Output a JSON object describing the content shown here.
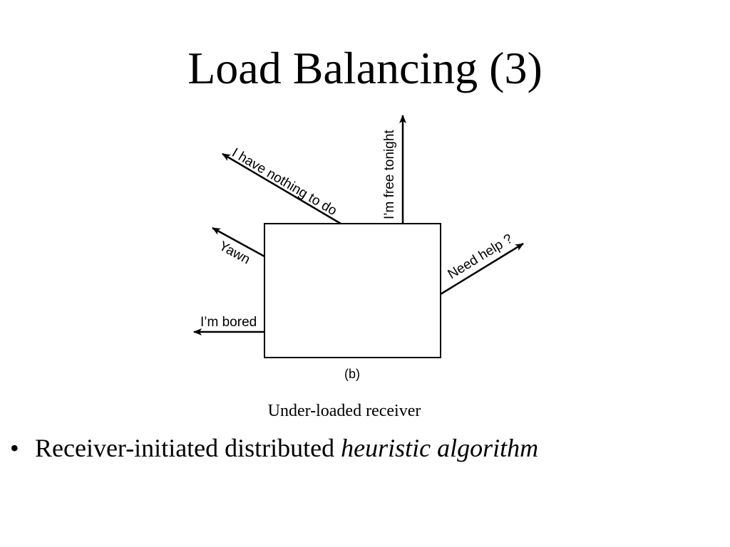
{
  "slide": {
    "title": "Load Balancing (3)",
    "caption": "Under-loaded receiver",
    "bullet": {
      "marker": "•",
      "text": "Receiver-initiated distributed ",
      "emphasis": "heuristic algorithm"
    }
  },
  "diagram": {
    "messages": {
      "free_tonight": "I’m free tonight",
      "nothing_to_do": "I have nothing to do",
      "yawn": "Yawn",
      "bored": "I’m bored",
      "need_help": "Need help ?"
    },
    "figure_label": "(b)"
  }
}
